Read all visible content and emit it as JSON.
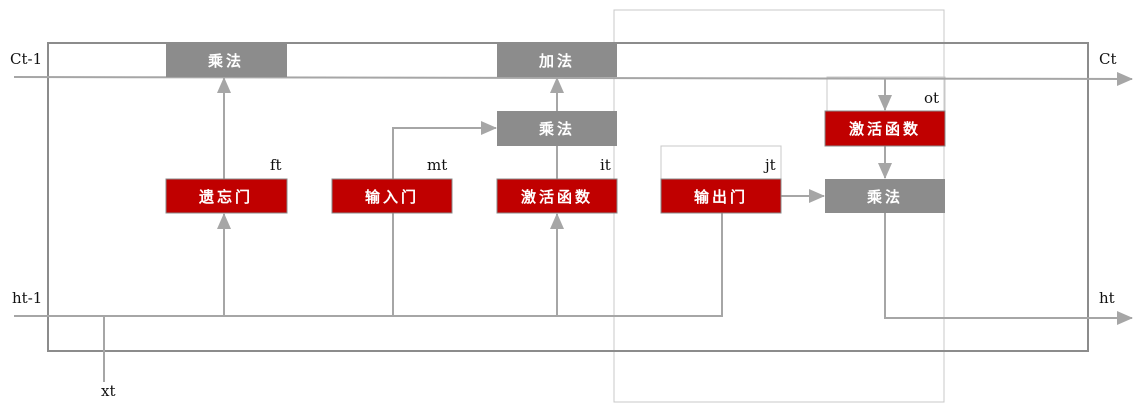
{
  "labels": {
    "c_prev": "Ct-1",
    "c_next": "Ct",
    "h_prev": "ht-1",
    "h_next": "ht",
    "x": "xt",
    "f": "ft",
    "m": "mt",
    "i": "it",
    "j": "jt",
    "o": "ot"
  },
  "boxes": {
    "mul_forget": "乘法",
    "add": "加法",
    "mul_input": "乘法",
    "mul_output": "乘法",
    "forget_gate": "遗忘门",
    "input_gate": "输入门",
    "activation_i": "激活函数",
    "output_gate": "输出门",
    "activation_o": "激活函数"
  },
  "colors": {
    "gate": "#c00000",
    "op": "#8c8c8c",
    "line": "#a6a6a6"
  }
}
